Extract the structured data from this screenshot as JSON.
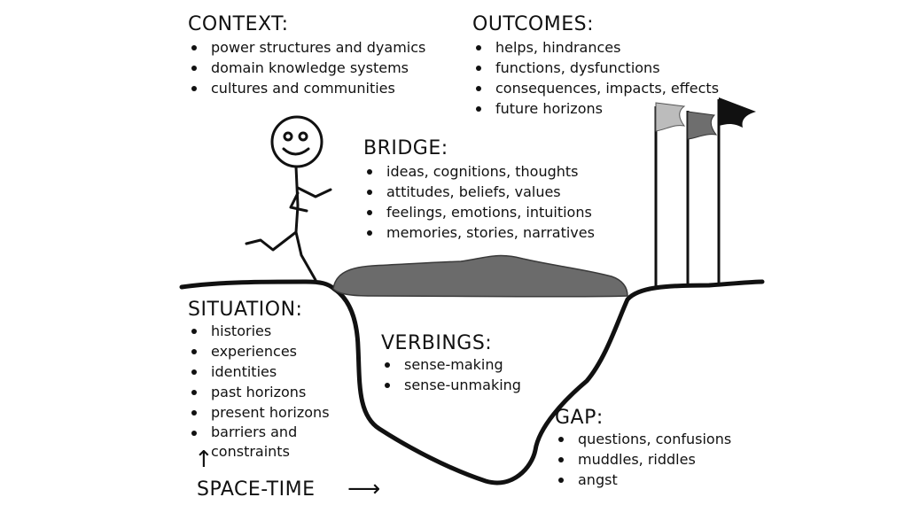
{
  "context": {
    "title": "CONTEXT:",
    "items": [
      "power structures and dyamics",
      "domain knowledge systems",
      "cultures and communities"
    ]
  },
  "outcomes": {
    "title": "OUTCOMES:",
    "items": [
      "helps, hindrances",
      "functions, dysfunctions",
      "consequences, impacts, effects",
      "future horizons"
    ]
  },
  "bridge": {
    "title": "BRIDGE:",
    "items": [
      "ideas, cognitions, thoughts",
      "attitudes, beliefs, values",
      "feelings, emotions, intuitions",
      "memories, stories, narratives"
    ]
  },
  "situation": {
    "title": "SITUATION:",
    "items": [
      "histories",
      "experiences",
      "identities",
      "past horizons",
      "present horizons",
      "barriers and\nconstraints"
    ]
  },
  "verbings": {
    "title": "VERBINGS:",
    "items": [
      "sense-making",
      "sense-unmaking"
    ]
  },
  "gap": {
    "title": "GAP:",
    "items": [
      "questions, confusions",
      "muddles, riddles",
      "angst"
    ]
  },
  "axis": {
    "label": "SPACE-TIME",
    "up_arrow": "↑",
    "right_arrow": "⟶"
  },
  "colors": {
    "ink": "#111111",
    "bridge_fill": "#6b6b6b",
    "flag_light": "#bcbcbc",
    "flag_mid": "#6e6e6e",
    "flag_dark": "#111111"
  }
}
